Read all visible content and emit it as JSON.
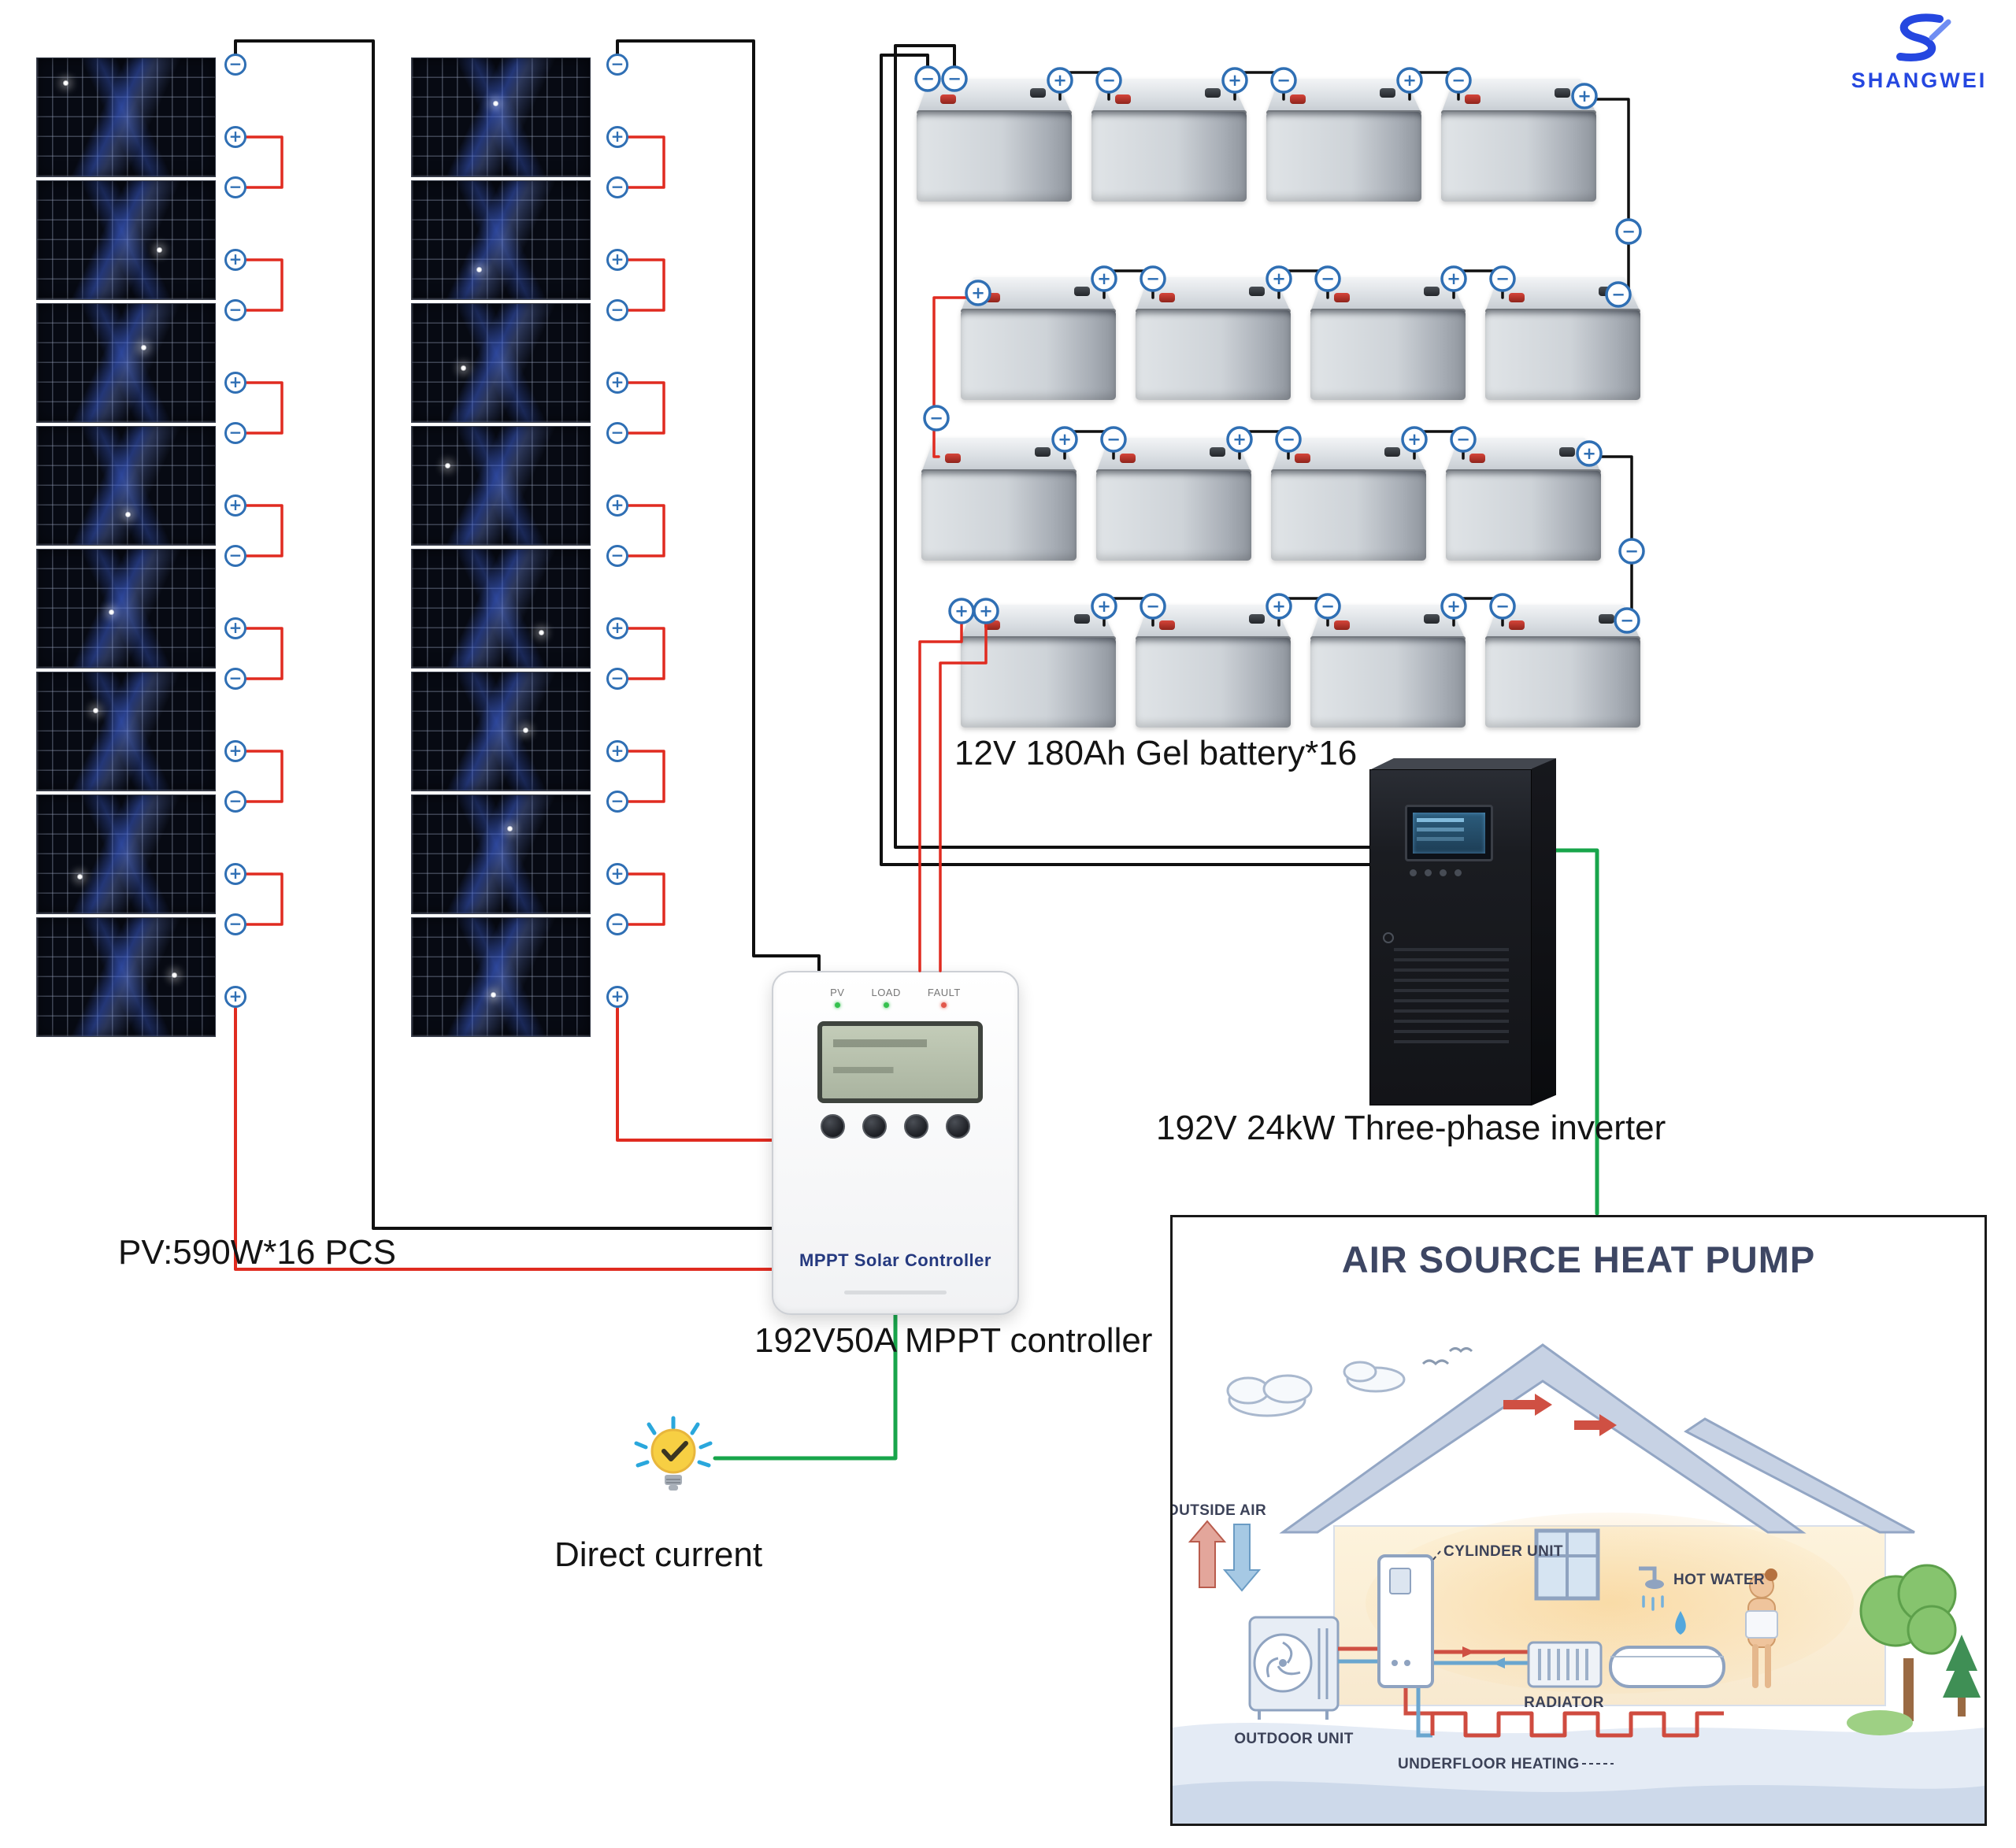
{
  "logo": {
    "text": "SHANGWEI"
  },
  "labels": {
    "pv_array": "PV:590W*16 PCS",
    "battery_bank": "12V 180Ah Gel battery*16",
    "inverter": "192V 24kW Three-phase inverter",
    "controller": "192V50A MPPT controller",
    "direct_current": "Direct current"
  },
  "controller_device": {
    "name": "MPPT Solar Controller",
    "indicators": [
      "PV",
      "LOAD",
      "FAULT"
    ]
  },
  "heat_pump": {
    "title": "AIR SOURCE HEAT PUMP",
    "outside_air": "OUTSIDE AIR",
    "cylinder_unit": "CYLINDER UNIT",
    "hot_water": "HOT WATER",
    "radiator": "RADIATOR",
    "outdoor_unit": "OUTDOOR UNIT",
    "underfloor_heating": "UNDERFLOOR HEATING"
  },
  "pv_array": {
    "columns": 2,
    "panels_per_column": 8,
    "terminal_plus": "+",
    "terminal_minus": "−"
  },
  "battery_bank": {
    "rows": 4,
    "per_row": 4
  },
  "colors": {
    "wire_negative": "#101010",
    "wire_positive": "#e02b20",
    "wire_ac": "#18a54b",
    "terminal_ring": "#2f6fb4",
    "logo_blue": "#2547e0"
  }
}
